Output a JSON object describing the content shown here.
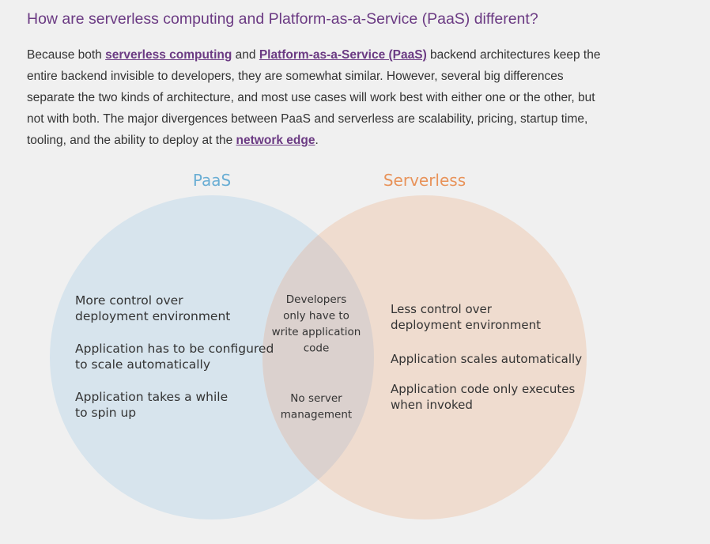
{
  "heading": "How are serverless computing and Platform-as-a-Service (PaaS) different?",
  "paragraph": {
    "t1": "Because both ",
    "link1": "serverless computing",
    "t2": " and ",
    "link2": "Platform-as-a-Service (PaaS)",
    "t3": " backend architectures keep the entire backend invisible to developers, they are somewhat similar. However, several big differences separate the two kinds of architecture, and most use cases will work best with either one or the other, but not with both. The major divergences between PaaS and serverless are scalability, pricing, startup time, tooling, and the ability to deploy at the ",
    "link3": "network edge",
    "t4": "."
  },
  "colors": {
    "paas_title": "#6aaed4",
    "serverless_title": "#e8935a",
    "paas_fill": "#d7e4ed",
    "serverless_fill": "#efdccf",
    "overlap_fill": "#dbd1ce",
    "link": "#6b3a83"
  },
  "venn": {
    "paas": {
      "title": "PaaS",
      "items": [
        [
          "More control over",
          "deployment environment"
        ],
        [
          "Application has to be configured",
          "to scale automatically"
        ],
        [
          "Application takes a while",
          "to spin up"
        ]
      ]
    },
    "serverless": {
      "title": "Serverless",
      "items": [
        [
          "Less control over",
          "deployment environment"
        ],
        [
          "Application scales automatically"
        ],
        [
          "Application code only executes",
          "when invoked"
        ]
      ]
    },
    "shared": {
      "items": [
        [
          "Developers",
          "only have to",
          "write application",
          "code"
        ],
        [
          "No server",
          "management"
        ]
      ]
    }
  }
}
